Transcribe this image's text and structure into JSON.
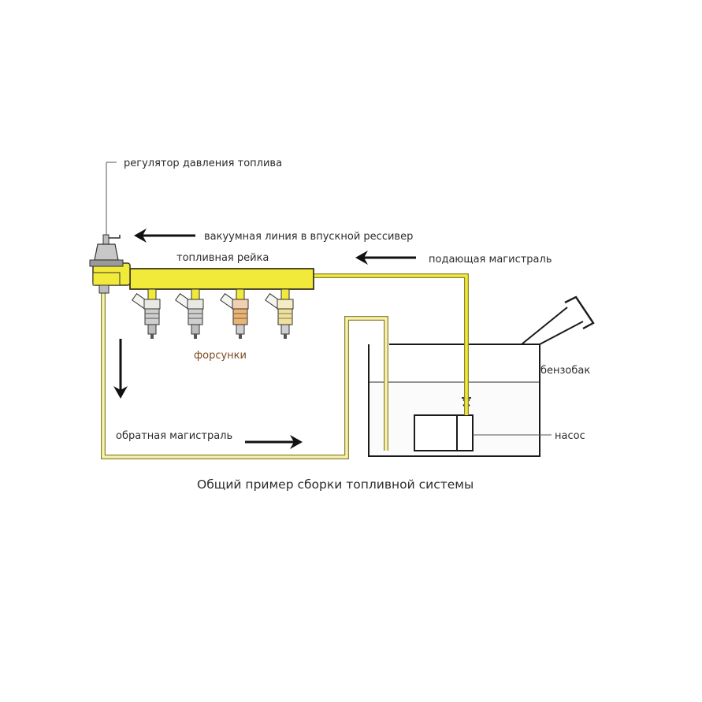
{
  "labels": {
    "regulator": "регулятор давления топлива",
    "vacuum_line": "вакуумная линия в впускной рессивер",
    "fuel_rail": "топливная рейка",
    "supply_line": "подающая магистраль",
    "injectors": "форсунки",
    "tank": "бензобак",
    "return_line": "обратная магистраль",
    "pump": "насос"
  },
  "caption": "Общий пример сборки топливной системы",
  "colors": {
    "fuel": "#f2ea3a",
    "line_dark": "#1a1a1a",
    "injector_orange": "#e8b478"
  }
}
